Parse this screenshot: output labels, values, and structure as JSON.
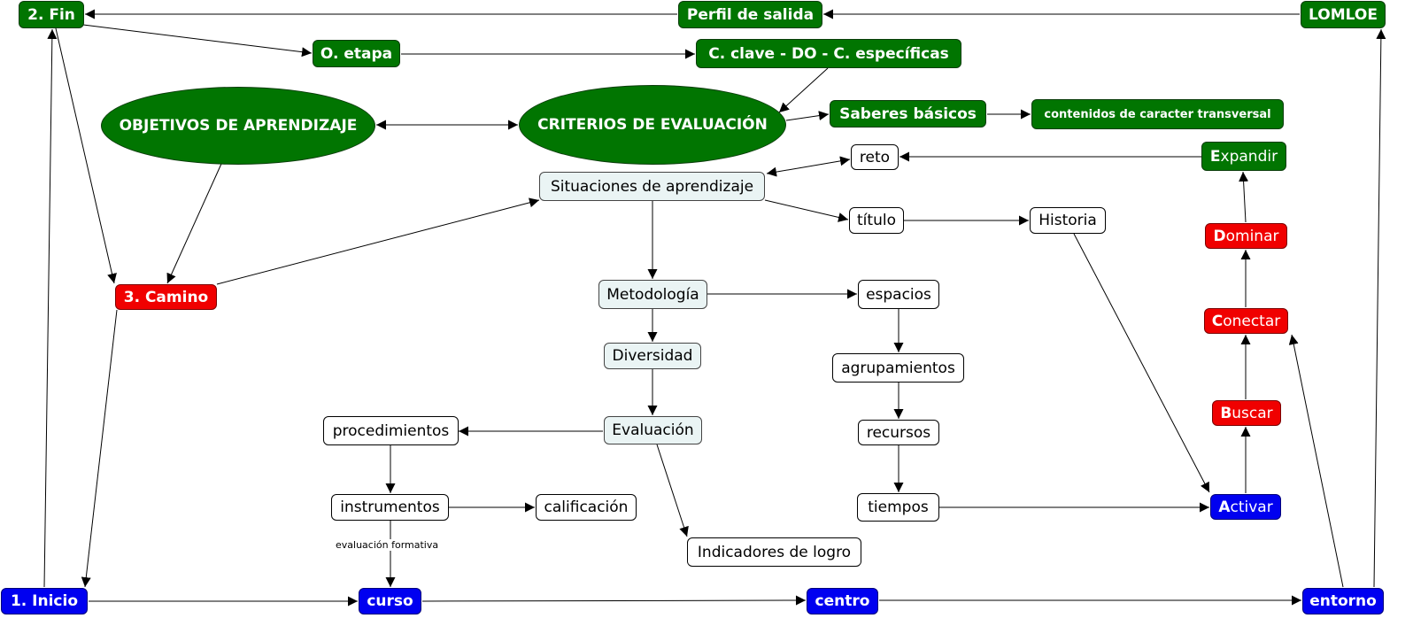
{
  "nodes": {
    "lomloe": "LOMLOE",
    "perfil": "Perfil de salida",
    "fin": "2. Fin",
    "oetapa": "O. etapa",
    "cclave": "C. clave - DO - C. específicas",
    "objetivos": "OBJETIVOS DE APRENDIZAJE",
    "criterios": "CRITERIOS DE EVALUACIÓN",
    "saberes": "Saberes básicos",
    "contenidos": "contenidos de caracter transversal",
    "reto": "reto",
    "situaciones": "Situaciones de aprendizaje",
    "titulo": "título",
    "historia": "Historia",
    "camino": "3. Camino",
    "metodologia": "Metodología",
    "espacios": "espacios",
    "diversidad": "Diversidad",
    "agrupamientos": "agrupamientos",
    "evaluacion": "Evaluación",
    "procedimientos": "procedimientos",
    "recursos": "recursos",
    "instrumentos": "instrumentos",
    "calificacion": "calificación",
    "tiempos": "tiempos",
    "indicadores": "Indicadores de logro",
    "inicio": "1. Inicio",
    "curso": "curso",
    "centro": "centro",
    "entorno": "entorno",
    "expandir": {
      "initial": "E",
      "rest": "xpandir"
    },
    "dominar": {
      "initial": "D",
      "rest": "ominar"
    },
    "conectar": {
      "initial": "C",
      "rest": "onectar"
    },
    "buscar": {
      "initial": "B",
      "rest": "uscar"
    },
    "activar": {
      "initial": "A",
      "rest": "ctivar"
    }
  },
  "edge_labels": {
    "evaluacion_formativa": "evaluación formativa"
  },
  "colors": {
    "green": "#017501",
    "blue": "#0000f0",
    "red": "#f00000",
    "light": "#eaf4f4"
  }
}
